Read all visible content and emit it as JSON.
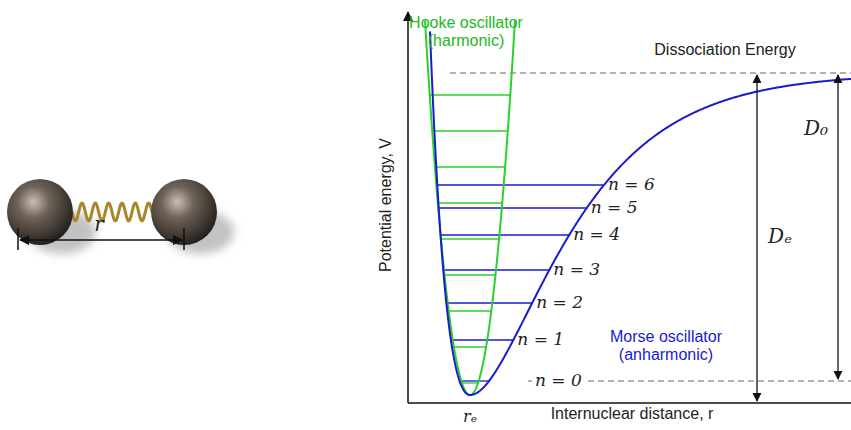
{
  "diagram": {
    "labels": [
      "r",
      "Hooke oscillator (harmonic)",
      "Dissociation Energy",
      "n = 6",
      "n = 5",
      "n = 4",
      "n = 3",
      "n = 2",
      "n = 1",
      "n = 0",
      "Dₑ",
      "D₀",
      "Morse oscillator (anharmonic)",
      "Potential energy, V",
      "rₑ",
      "Internuclear distance, r"
    ]
  }
}
